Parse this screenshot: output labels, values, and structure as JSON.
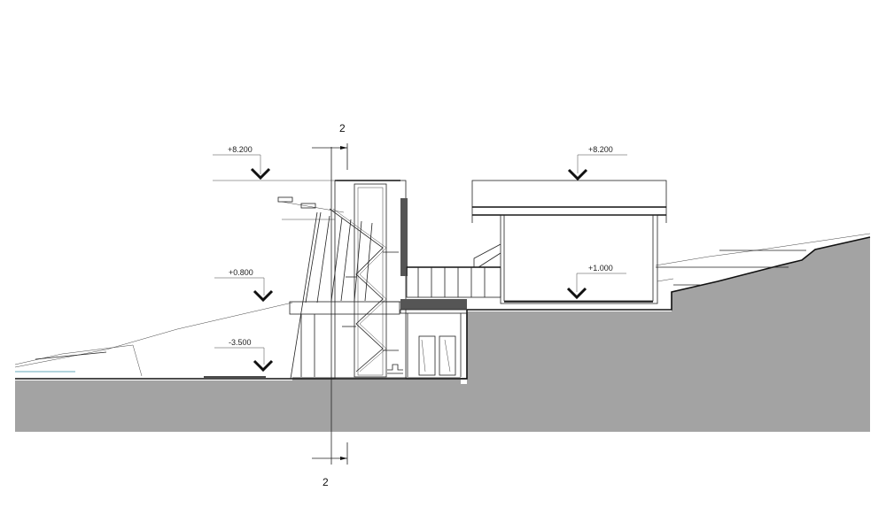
{
  "drawing": {
    "type": "architectural section",
    "section_marks": {
      "top": "2",
      "bottom": "2"
    },
    "levels": [
      {
        "id": "left-roof",
        "label": "+8.200"
      },
      {
        "id": "left-terrace",
        "label": "+0.800"
      },
      {
        "id": "left-ground",
        "label": "-3.500"
      },
      {
        "id": "right-roof",
        "label": "+8.200"
      },
      {
        "id": "right-floor",
        "label": "+1.000"
      }
    ],
    "colors": {
      "ground": "#a3a3a3",
      "line": "#222222",
      "dark": "#555555"
    }
  }
}
